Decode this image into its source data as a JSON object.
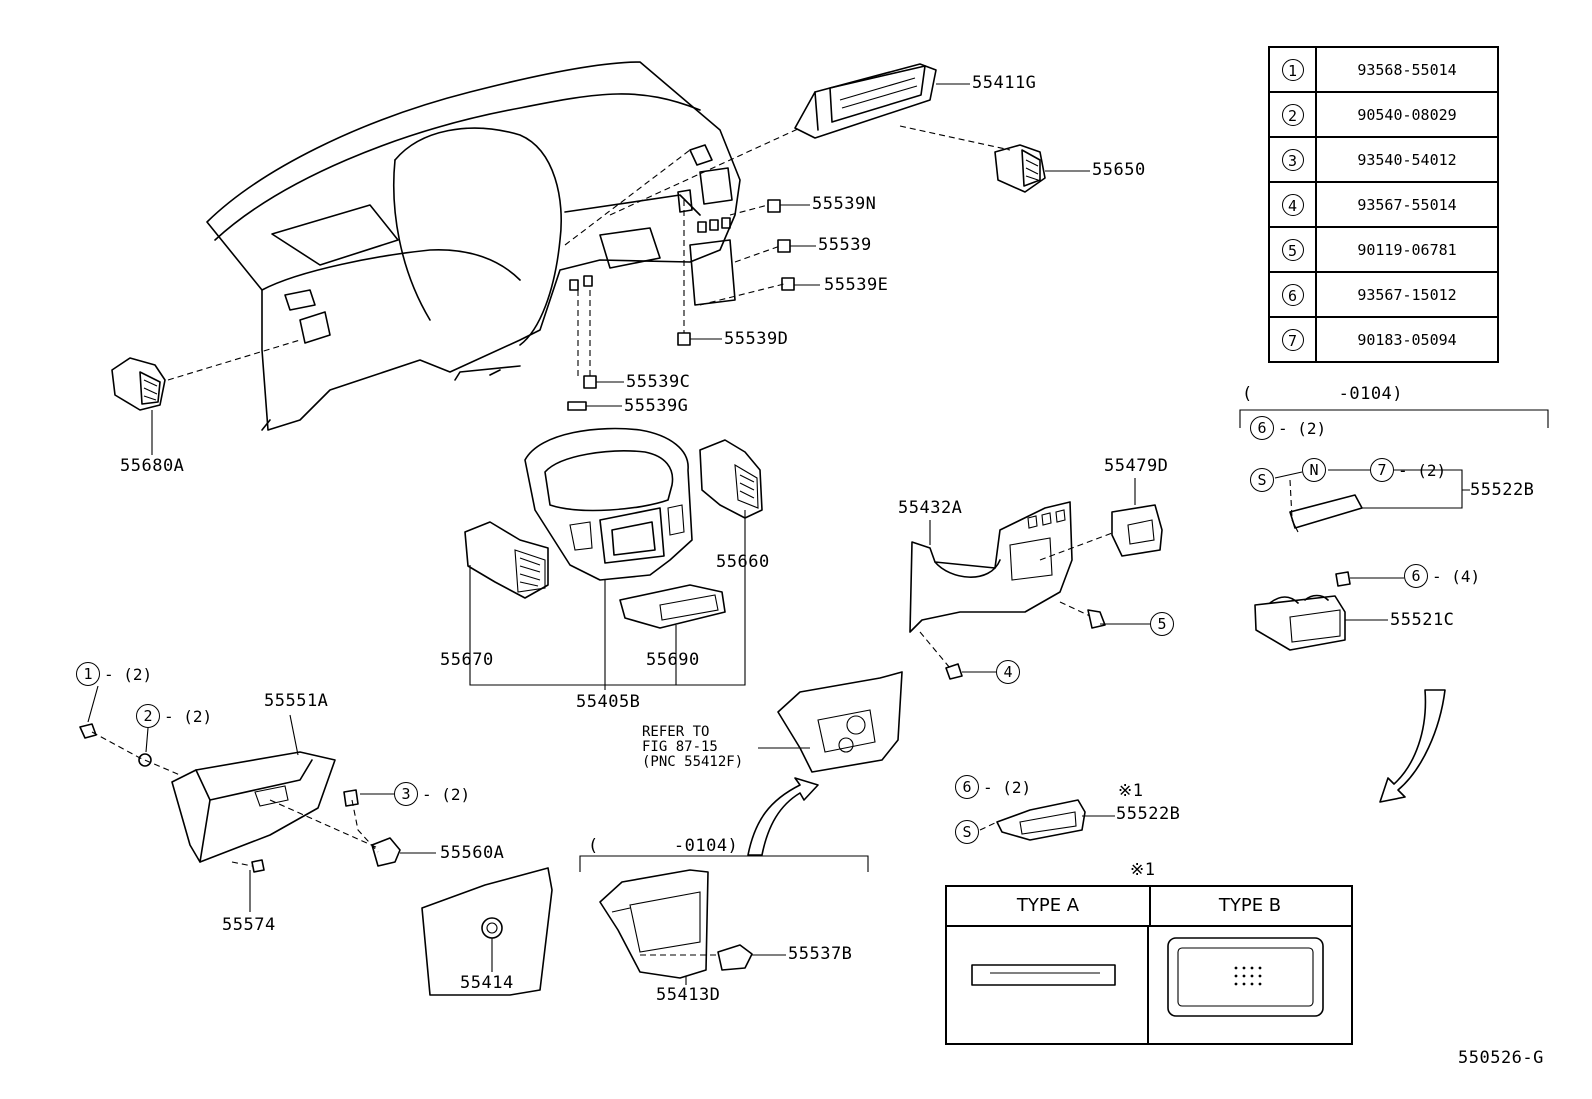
{
  "part_labels": {
    "p55411G": "55411G",
    "p55650": "55650",
    "p55539N": "55539N",
    "p55539": "55539",
    "p55539E": "55539E",
    "p55539D": "55539D",
    "p55539C": "55539C",
    "p55539G": "55539G",
    "p55680A": "55680A",
    "p55660": "55660",
    "p55670": "55670",
    "p55690": "55690",
    "p55405B": "55405B",
    "p55479D": "55479D",
    "p55432A": "55432A",
    "p55551A": "55551A",
    "p55560A": "55560A",
    "p55574": "55574",
    "p55414": "55414",
    "p55413D": "55413D",
    "p55537B": "55537B",
    "p55522B_top": "55522B",
    "p55521C": "55521C",
    "p55522B_bottom": "55522B"
  },
  "notes": {
    "refer_to": "REFER TO\nFIG 87-15\n(PNC 55412F)",
    "range_top": "(        -0104)",
    "range_bottom": "(       -0104)",
    "ref1_top": "※1",
    "ref1_table": "※1",
    "figure_code": "550526-G"
  },
  "fastener_table": [
    {
      "num": "1",
      "code": "93568-55014"
    },
    {
      "num": "2",
      "code": "90540-08029"
    },
    {
      "num": "3",
      "code": "93540-54012"
    },
    {
      "num": "4",
      "code": "93567-55014"
    },
    {
      "num": "5",
      "code": "90119-06781"
    },
    {
      "num": "6",
      "code": "93567-15012"
    },
    {
      "num": "7",
      "code": "90183-05094"
    }
  ],
  "callouts": {
    "c1": {
      "num": "1",
      "qty": "- (2)"
    },
    "c2": {
      "num": "2",
      "qty": "- (2)"
    },
    "c3": {
      "num": "3",
      "qty": "- (2)"
    },
    "c4": {
      "num": "4",
      "qty": ""
    },
    "c5": {
      "num": "5",
      "qty": ""
    },
    "c6a": {
      "num": "6",
      "qty": "- (2)"
    },
    "c7": {
      "num": "7",
      "qty": "- (2)"
    },
    "c6b": {
      "num": "6",
      "qty": "- (4)"
    },
    "c6c": {
      "num": "6",
      "qty": "- (2)"
    },
    "s1": {
      "num": "S",
      "qty": ""
    },
    "n1": {
      "num": "N",
      "qty": ""
    },
    "s2": {
      "num": "S",
      "qty": ""
    }
  },
  "type_table": {
    "type_a": "TYPE A",
    "type_b": "TYPE B"
  }
}
